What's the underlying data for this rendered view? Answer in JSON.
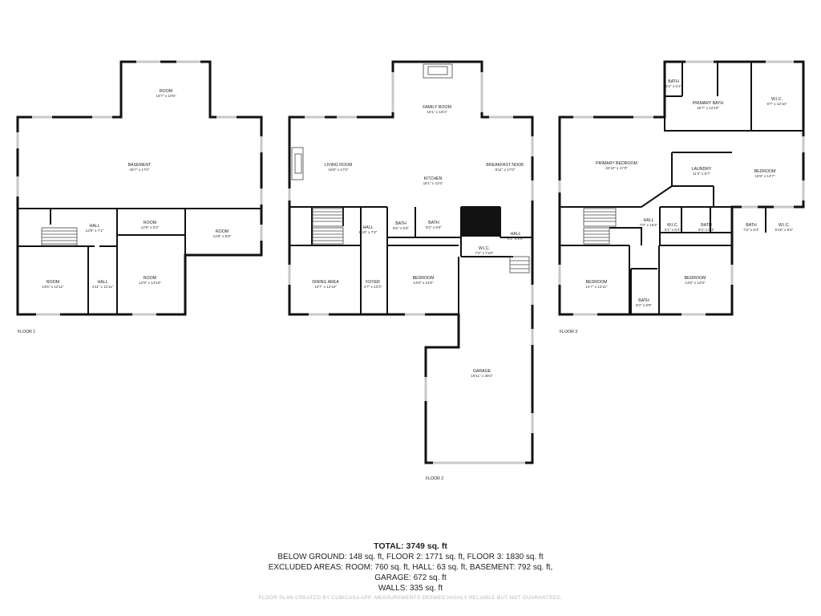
{
  "floors": {
    "floor1": {
      "label": "FLOOR 1",
      "rooms": [
        {
          "name": "ROOM",
          "dims": "16'7\" x 10'5\""
        },
        {
          "name": "BASEMENT",
          "dims": "46'7\" x 17'0\""
        },
        {
          "name": "HALL",
          "dims": "12'5\" x 7'1\""
        },
        {
          "name": "ROOM",
          "dims": "12'9\" x 5'2\""
        },
        {
          "name": "ROOM",
          "dims": "14'6\" x 8'9\""
        },
        {
          "name": "ROOM",
          "dims": "13'5\" x 12'11\""
        },
        {
          "name": "HALL",
          "dims": "4'11\" x 12'11\""
        },
        {
          "name": "ROOM",
          "dims": "12'9\" x 14'10\""
        }
      ]
    },
    "floor2": {
      "label": "FLOOR 2",
      "rooms": [
        {
          "name": "FAMILY ROOM",
          "dims": "18'1\" x 18'4\""
        },
        {
          "name": "LIVING ROOM",
          "dims": "18'8\" x 17'0\""
        },
        {
          "name": "KITCHEN",
          "dims": "18'1\" x 11'5\""
        },
        {
          "name": "BREAKFAST NOOK",
          "dims": "8'11\" x 17'0\""
        },
        {
          "name": "HALL",
          "dims": "6'10\" x 7'2\""
        },
        {
          "name": "BATH",
          "dims": "5'6\" x 5'6\""
        },
        {
          "name": "BATH",
          "dims": "8'3\" x 5'6\""
        },
        {
          "name": "HALL",
          "dims": "6'2\" x 8'9\""
        },
        {
          "name": "W.I.C.",
          "dims": "7'2\" x 7'10\""
        },
        {
          "name": "DINING AREA",
          "dims": "13'7\" x 12'10\""
        },
        {
          "name": "FOYER",
          "dims": "4'7\" x 13'3\""
        },
        {
          "name": "BEDROOM",
          "dims": "13'8\" x 14'6\""
        },
        {
          "name": "GARAGE",
          "dims": "19'11\" x 39'4\""
        }
      ]
    },
    "floor3": {
      "label": "FLOOR 3",
      "rooms": [
        {
          "name": "BATH",
          "dims": "5'2\" x 6'1\""
        },
        {
          "name": "PRIMARY BATH",
          "dims": "16'7\" x 12'10\""
        },
        {
          "name": "W.I.C.",
          "dims": "9'7\" x 12'10\""
        },
        {
          "name": "PRIMARY BEDROOM",
          "dims": "32'10\" x 17'0\""
        },
        {
          "name": "LAUNDRY",
          "dims": "11'3\" x 6'7\""
        },
        {
          "name": "BEDROOM",
          "dims": "16'9\" x 14'7\""
        },
        {
          "name": "HALL",
          "dims": "7'0\" x 15'4\""
        },
        {
          "name": "W.I.C.",
          "dims": "5'1\" x 6'4\""
        },
        {
          "name": "BATH",
          "dims": "8'4\" x 5'3\""
        },
        {
          "name": "BATH",
          "dims": "7'3\" x 5'4\""
        },
        {
          "name": "W.I.C.",
          "dims": "5'10\" x 6'4\""
        },
        {
          "name": "BEDROOM",
          "dims": "14'7\" x 12'11\""
        },
        {
          "name": "BEDROOM",
          "dims": "13'6\" x 14'9\""
        },
        {
          "name": "BATH",
          "dims": "5'3\" x 8'9\""
        }
      ]
    }
  },
  "summary": {
    "total": "TOTAL: 3749 sq. ft",
    "line1": "BELOW GROUND: 148 sq. ft, FLOOR 2: 1771 sq. ft, FLOOR 3: 1830 sq. ft",
    "line2": "EXCLUDED AREAS: ROOM: 760 sq. ft, HALL: 63 sq. ft, BASEMENT: 792 sq. ft,",
    "line3": "GARAGE: 672 sq. ft",
    "line4": "WALLS: 335 sq. ft"
  },
  "credit": "FLOOR PLAN CREATED BY CUBICASA APP. MEASUREMENTS DEEMED HIGHLY RELIABLE BUT NOT GUARANTEED."
}
